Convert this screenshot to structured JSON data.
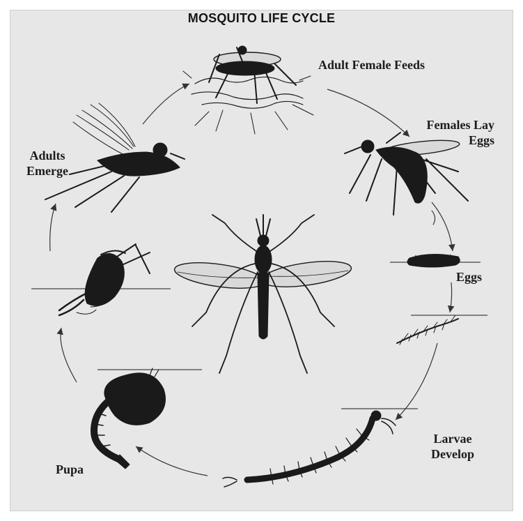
{
  "title": "MOSQUITO LIFE CYCLE",
  "stages": {
    "adult_female_feeds": "Adult Female Feeds",
    "females_lay_eggs_line1": "Females Lay",
    "females_lay_eggs_line2": "Eggs",
    "eggs": "Eggs",
    "larvae_develop_line1": "Larvae",
    "larvae_develop_line2": "Develop",
    "pupa": "Pupa",
    "adults_emerge_line1": "Adults",
    "adults_emerge_line2": "Emerge"
  }
}
